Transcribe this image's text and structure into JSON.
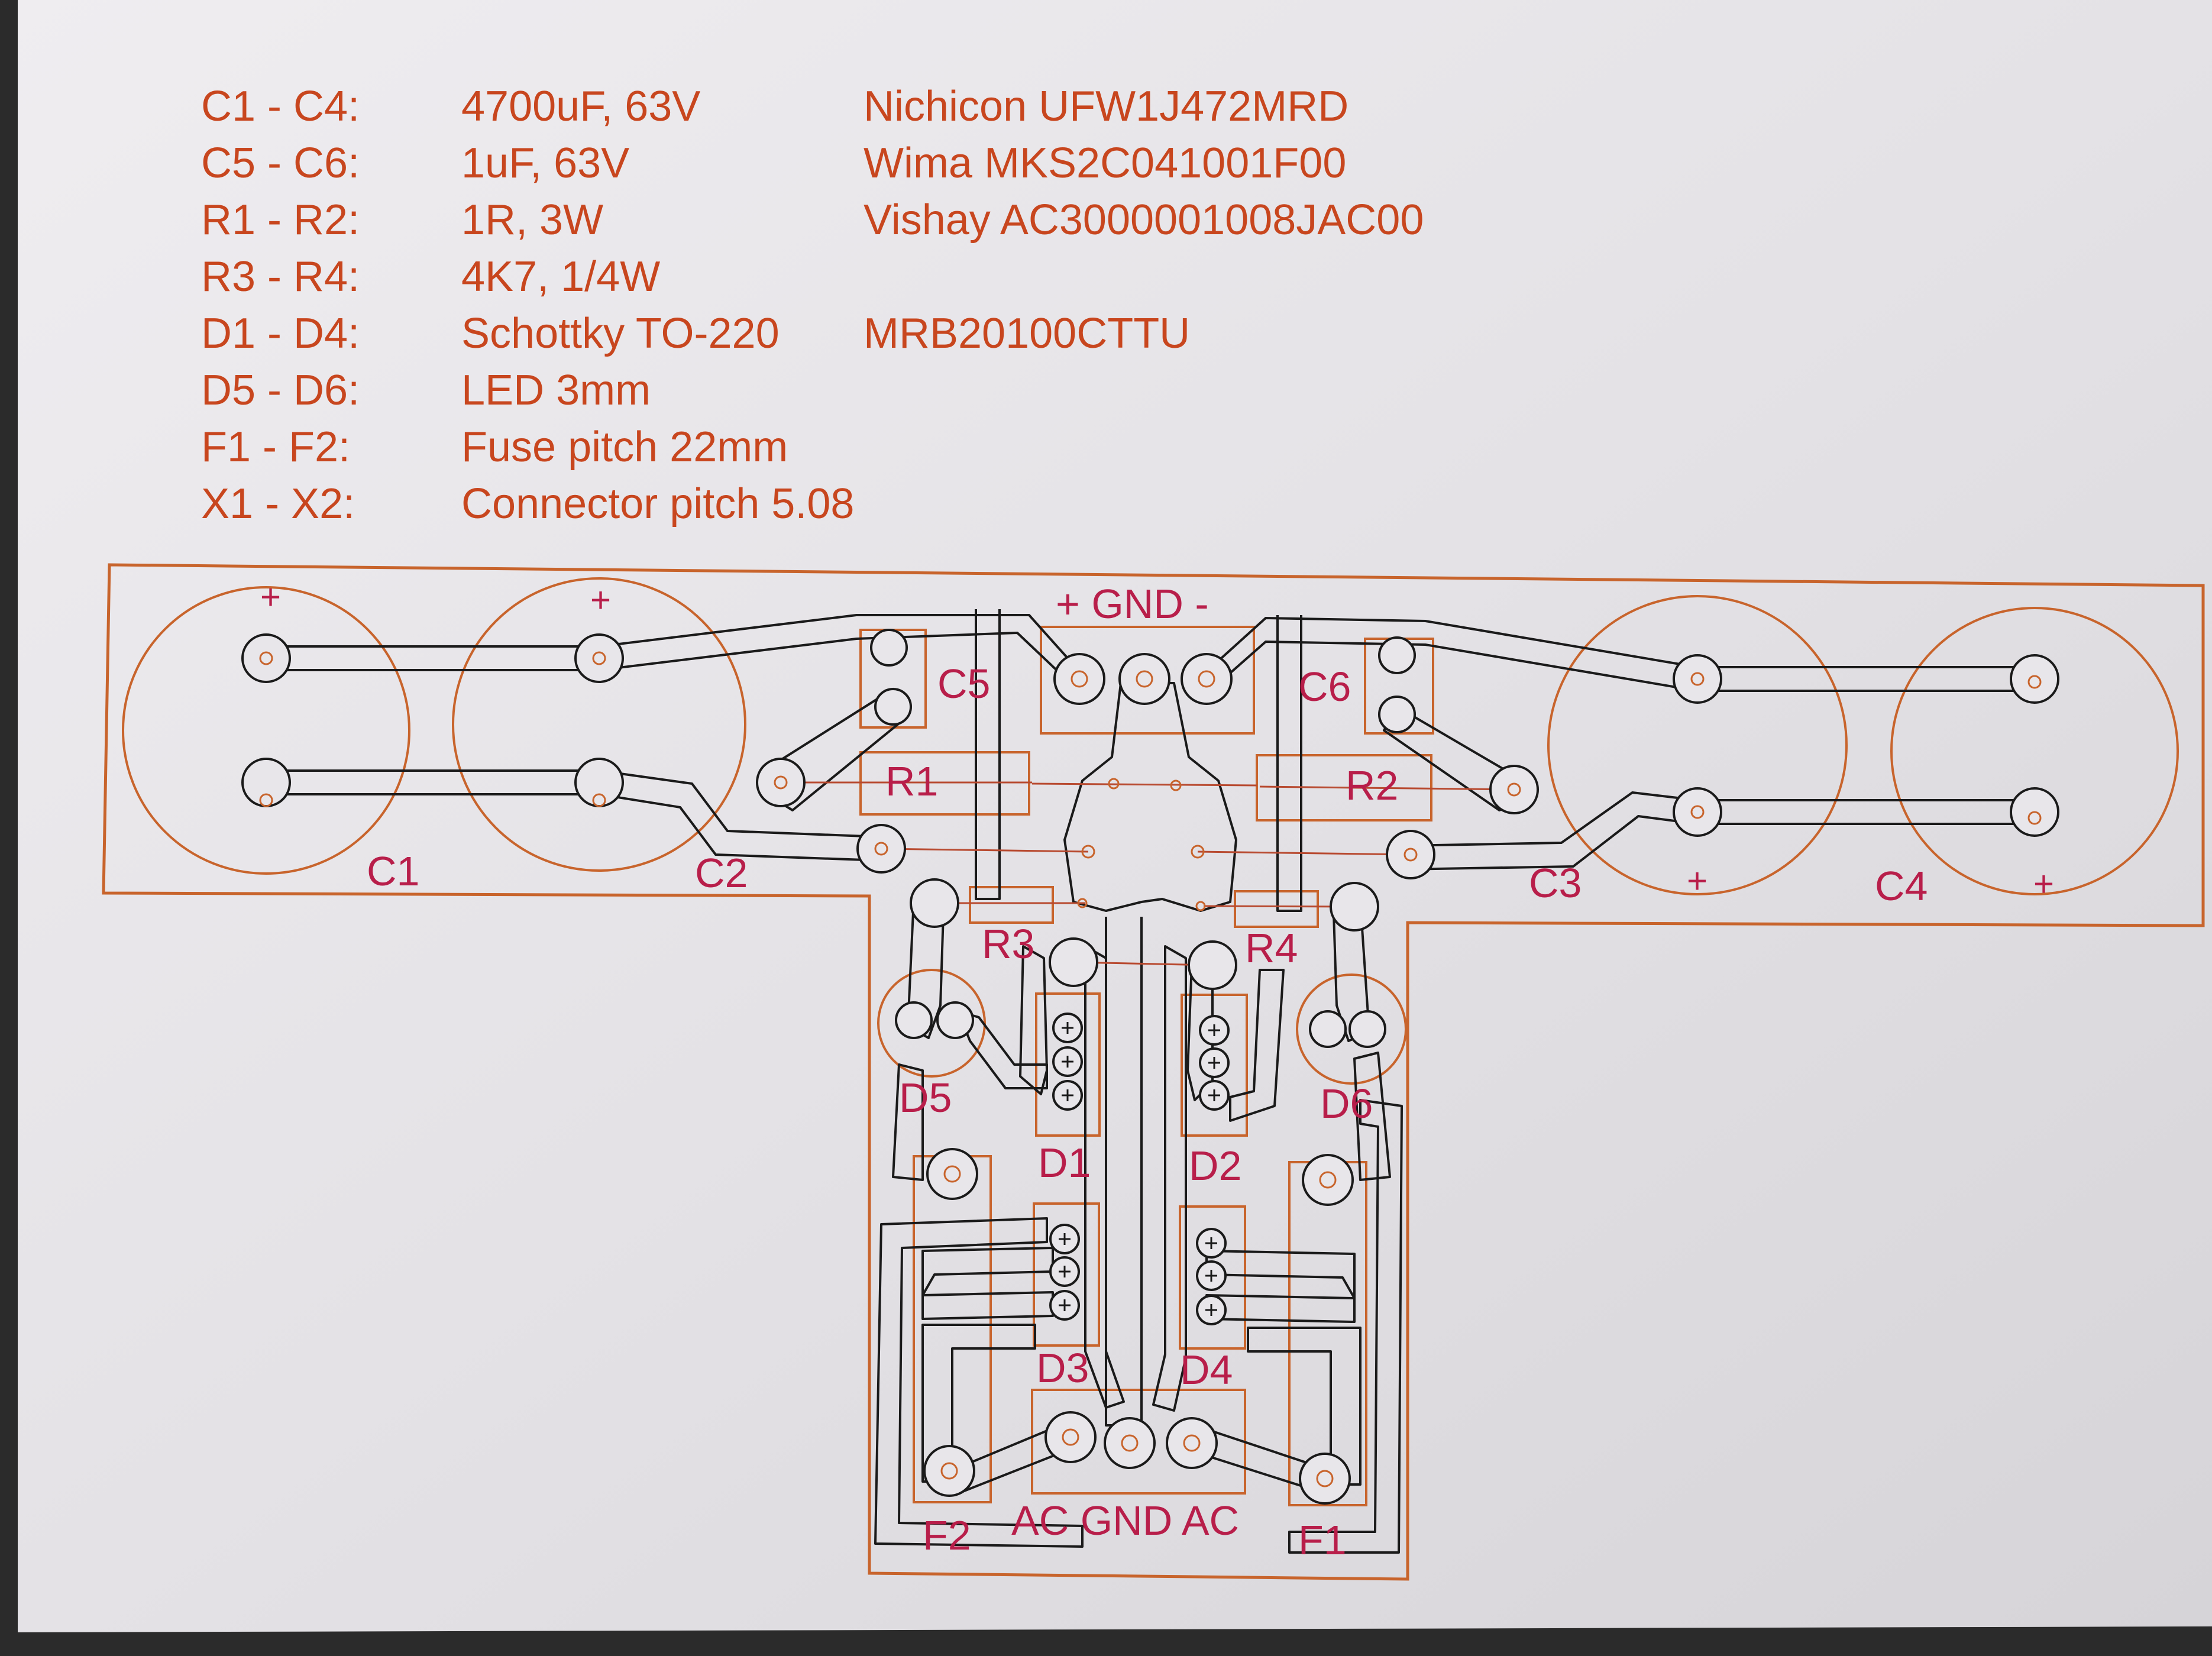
{
  "bom": [
    {
      "ref": "C1 - C4:",
      "value": "4700uF, 63V",
      "part": "Nichicon UFW1J472MRD"
    },
    {
      "ref": "C5 - C6:",
      "value": "1uF, 63V",
      "part": "Wima MKS2C041001F00"
    },
    {
      "ref": "R1 - R2:",
      "value": "1R, 3W",
      "part": "Vishay AC3000001008JAC00"
    },
    {
      "ref": "R3 - R4:",
      "value": "4K7, 1/4W",
      "part": ""
    },
    {
      "ref": "D1 - D4:",
      "value": "Schottky TO-220",
      "part": "MRB20100CTTU"
    },
    {
      "ref": "D5 - D6:",
      "value": "LED 3mm",
      "part": ""
    },
    {
      "ref": "F1 - F2:",
      "value": "Fuse pitch 22mm",
      "part": ""
    },
    {
      "ref": "X1 - X2:",
      "value": "Connector pitch 5.08",
      "part": ""
    }
  ],
  "board": {
    "header_label": "+ GND -",
    "footer_label": "AC GND AC",
    "plus_sign": "+",
    "labels": {
      "C1": "C1",
      "C2": "C2",
      "C3": "C3",
      "C4": "C4",
      "C5": "C5",
      "C6": "C6",
      "R1": "R1",
      "R2": "R2",
      "R3": "R3",
      "R4": "R4",
      "D1": "D1",
      "D2": "D2",
      "D3": "D3",
      "D4": "D4",
      "D5": "D5",
      "D6": "D6",
      "F1": "F1",
      "F2": "F2"
    }
  },
  "colors": {
    "paper": "#e3e1e4",
    "silkscreen": "#c8642c",
    "label": "#b81e4a",
    "bom_text": "#c8461e",
    "copper_outline": "#1a1a1a"
  }
}
